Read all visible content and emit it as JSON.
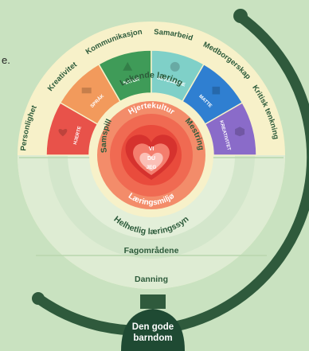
{
  "colors": {
    "background": "#c9e2c0",
    "frame": "#2f5a3c",
    "cream": "#f7f1c9",
    "ring_core": "#e94b3c",
    "ring_inner": "#f06a52",
    "ring_mid": "#f38c6a",
    "pale_green": "#deecd3",
    "mid_green": "#d3e6cb",
    "base_dark": "#1f4a33"
  },
  "stray_text": "e.",
  "outer_words": [
    "Personlighet",
    "Kreativitet",
    "Kommunikasjon",
    "Samarbeid",
    "Medborgerskap",
    "Kritisk tenkning"
  ],
  "segments": [
    {
      "label": "HJERTE",
      "color": "#e8524a",
      "icon": "heart-icon"
    },
    {
      "label": "SPRÅK",
      "color": "#f29a5c",
      "icon": "rect-icon"
    },
    {
      "label": "NATUR",
      "color": "#3f9b58",
      "icon": "triangle-icon"
    },
    {
      "label": "BEVEGELSE",
      "color": "#7fd0c8",
      "icon": "circle-icon"
    },
    {
      "label": "MATTE",
      "color": "#2f7fd1",
      "icon": "square-icon"
    },
    {
      "label": "KREATIVITET",
      "color": "#8a6bc9",
      "icon": "cube-icon"
    }
  ],
  "rings": {
    "lekende": "Lekende læring",
    "samspill": "Samspill",
    "mestring": "Mestring",
    "hjertekultur": "Hjertekultur",
    "laeringsmiljo": "Læringsmiljø",
    "helhetlig": "Helhetlig læringssyn",
    "fagomradene": "Fagområdene",
    "danning": "Danning"
  },
  "heart_words": [
    "VI",
    "DU",
    "JEG"
  ],
  "base_label": [
    "Den gode",
    "barndom"
  ]
}
